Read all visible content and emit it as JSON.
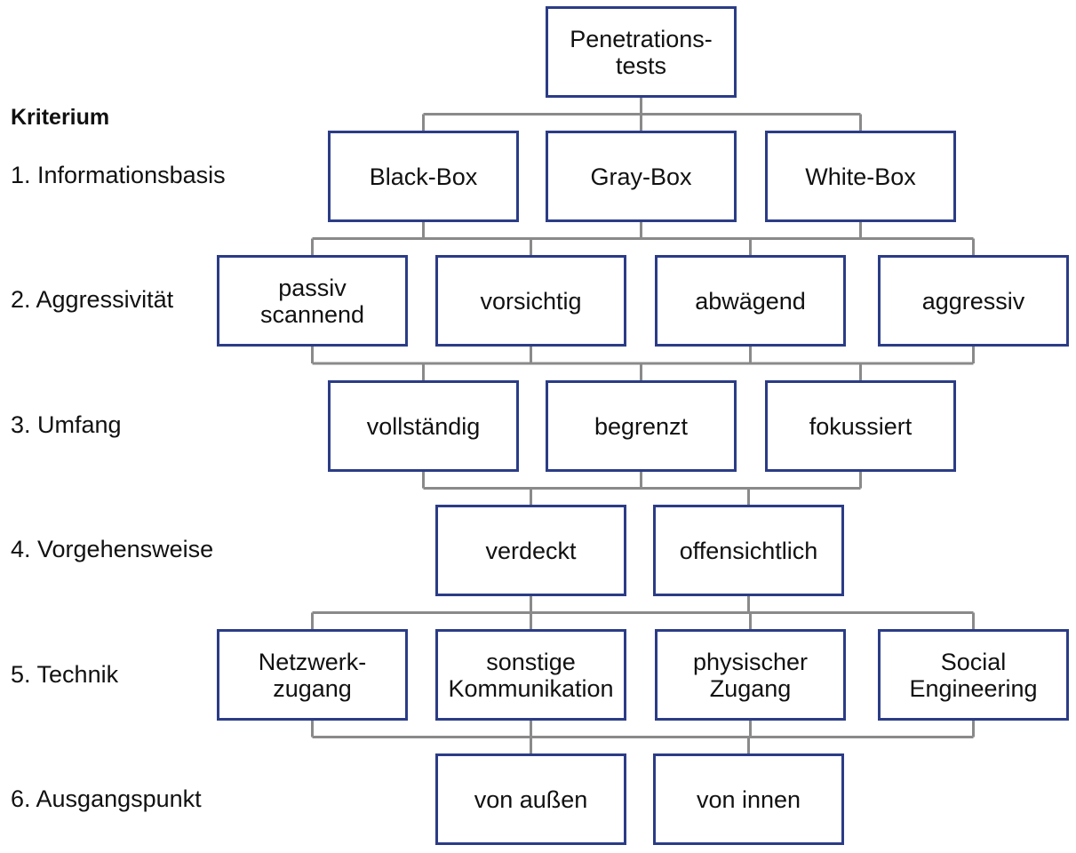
{
  "colors": {
    "box_border": "#2b3c86",
    "connector": "#8a8a8a",
    "text": "#111111"
  },
  "root": "Penetrations-\ntests",
  "criteria_title": "Kriterium",
  "levels": [
    {
      "criterion": "1. Informationsbasis",
      "options": [
        "Black-Box",
        "Gray-Box",
        "White-Box"
      ]
    },
    {
      "criterion": "2. Aggressivität",
      "options": [
        "passiv\nscannend",
        "vorsichtig",
        "abwägend",
        "aggressiv"
      ]
    },
    {
      "criterion": "3. Umfang",
      "options": [
        "vollständig",
        "begrenzt",
        "fokussiert"
      ]
    },
    {
      "criterion": "4. Vorgehensweise",
      "options": [
        "verdeckt",
        "offensichtlich"
      ]
    },
    {
      "criterion": "5. Technik",
      "options": [
        "Netzwerk-\nzugang",
        "sonstige\nKommunikation",
        "physischer\nZugang",
        "Social\nEngineering"
      ]
    },
    {
      "criterion": "6. Ausgangspunkt",
      "options": [
        "von außen",
        "von innen"
      ]
    }
  ]
}
